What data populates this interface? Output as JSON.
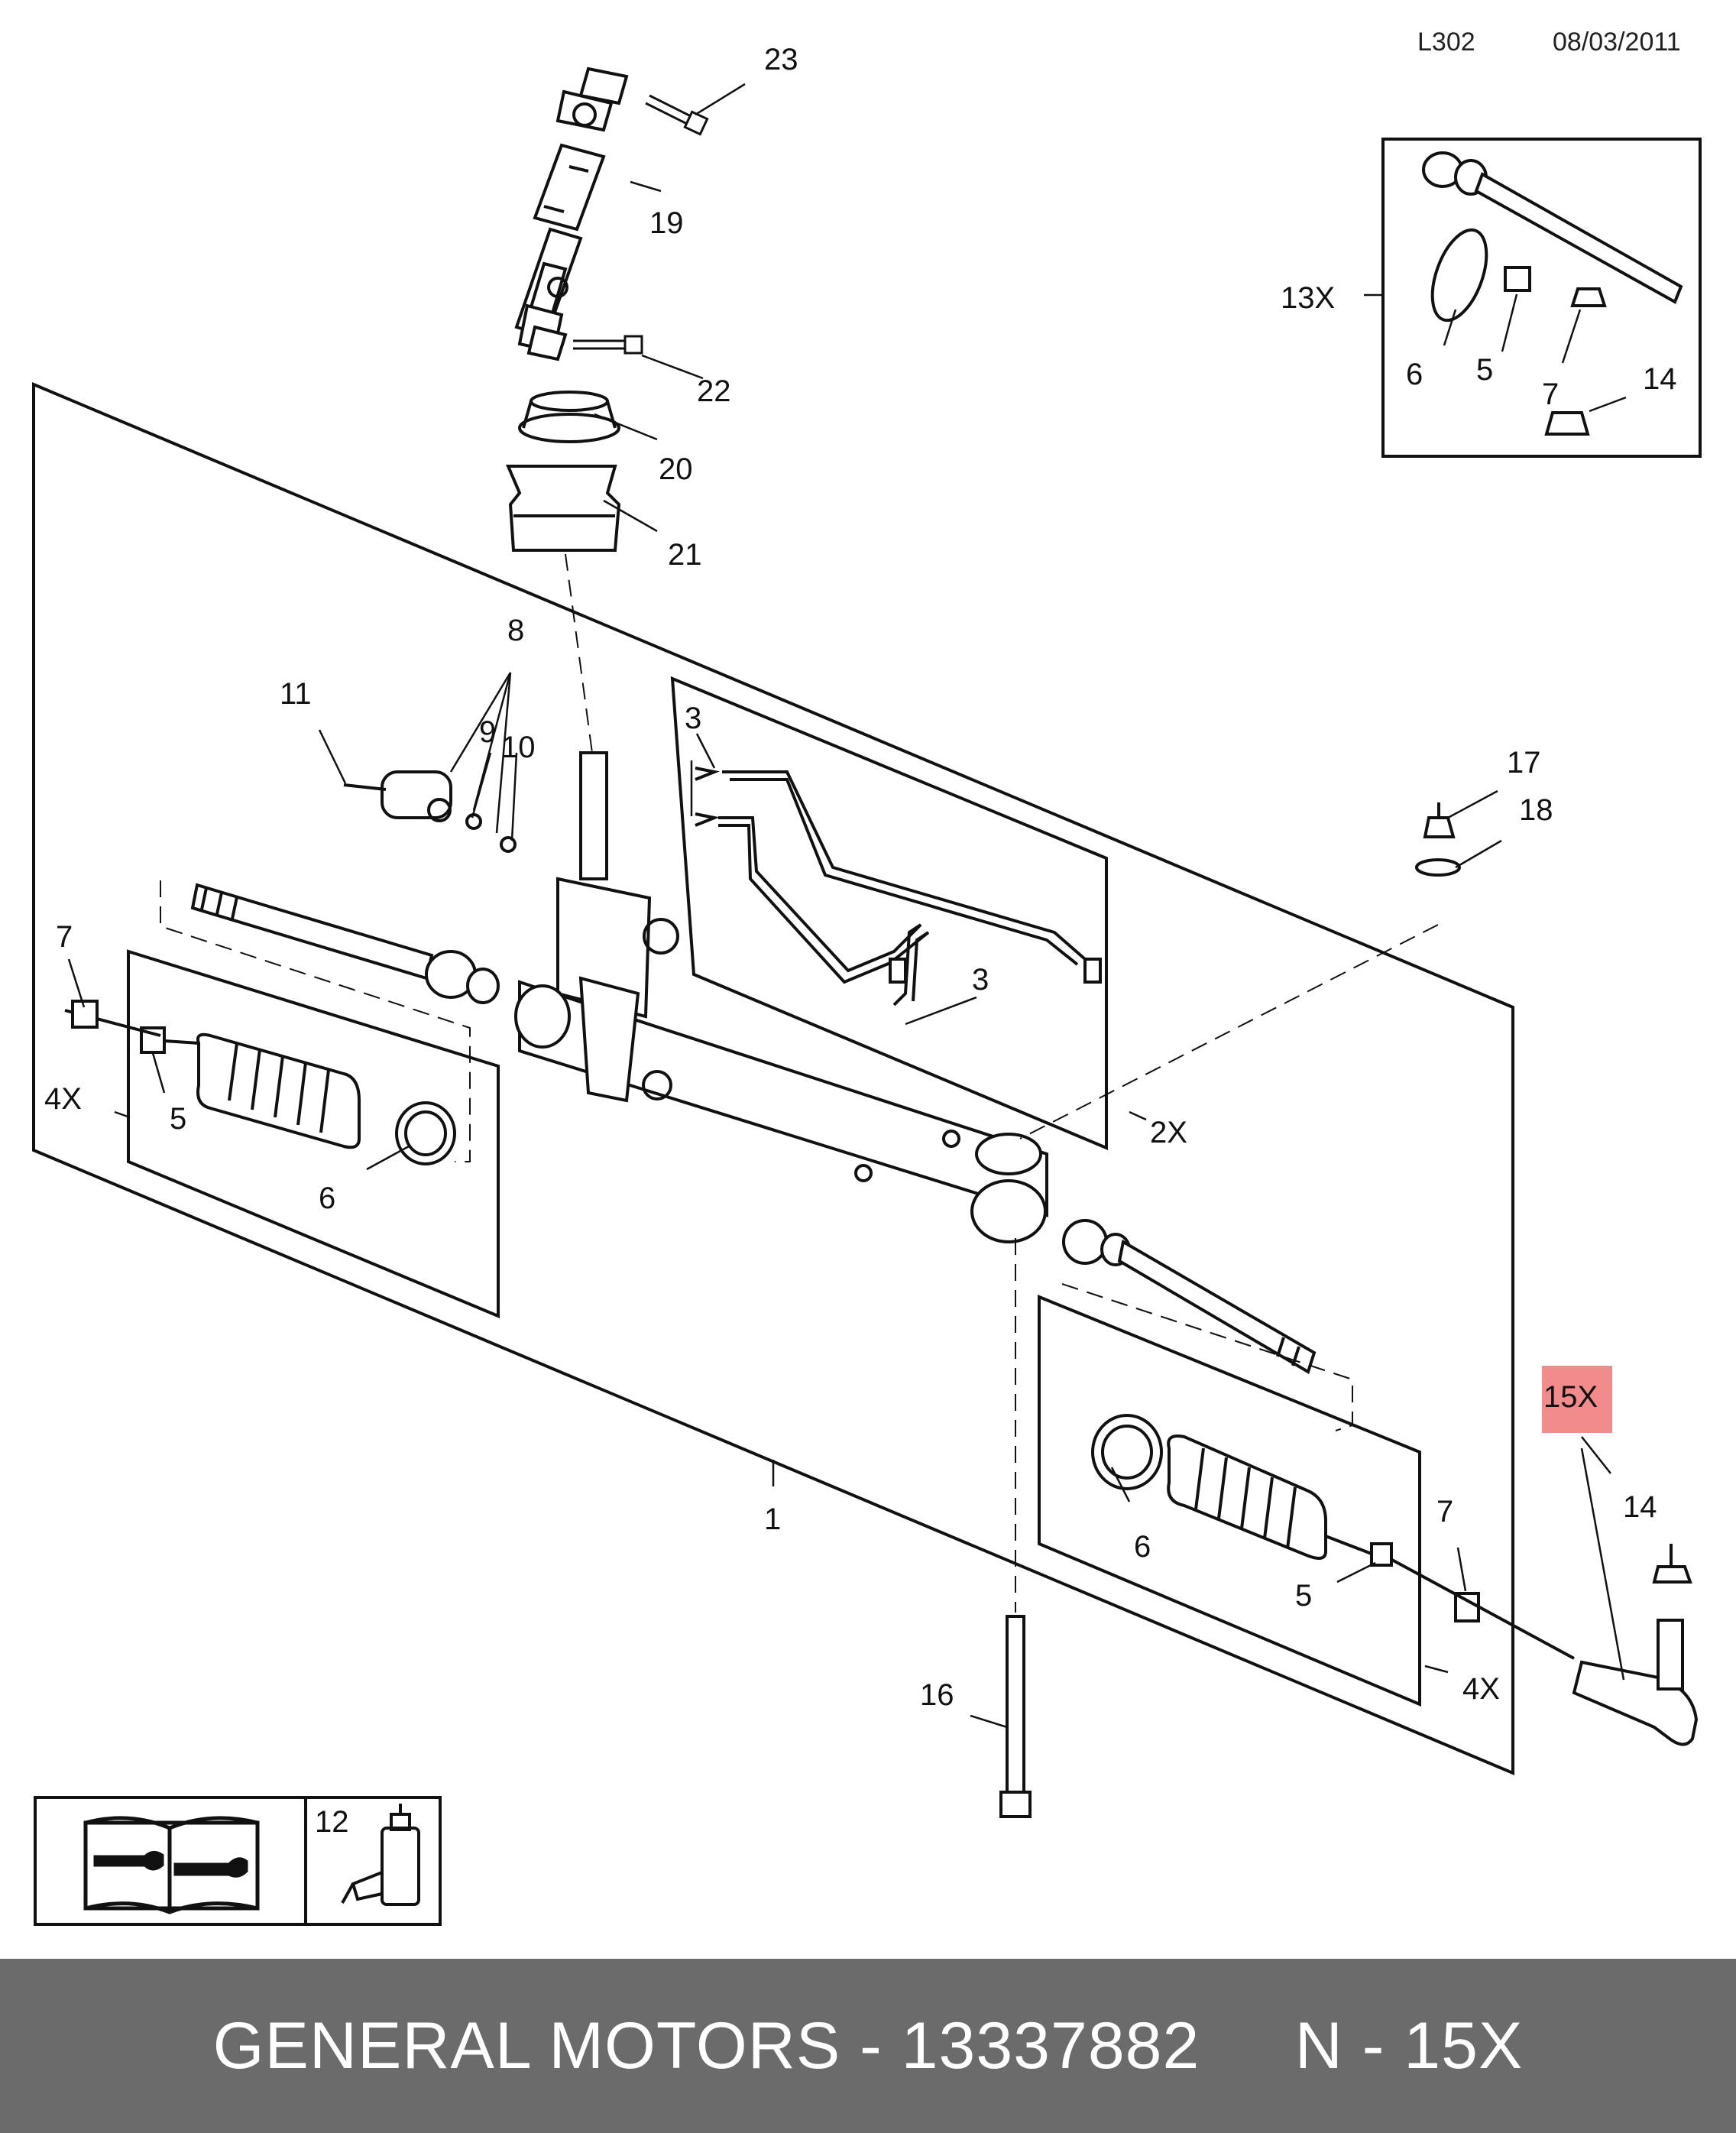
{
  "header": {
    "code": "L302",
    "date": "08/03/2011"
  },
  "labels": {
    "p1": "1",
    "p3a": "3",
    "p3b": "3",
    "p5a": "5",
    "p5b": "5",
    "p5c": "5",
    "p6a": "6",
    "p6b": "6",
    "p6c": "6",
    "p7a": "7",
    "p7b": "7",
    "p7c": "7",
    "p8": "8",
    "p9": "9",
    "p10": "10",
    "p11": "11",
    "p12": "12",
    "p14a": "14",
    "p14b": "14",
    "p16": "16",
    "p17": "17",
    "p18": "18",
    "p19": "19",
    "p20": "20",
    "p21": "21",
    "p22": "22",
    "p23": "23",
    "q13x": "13X",
    "q15x": "15X",
    "q4xa": "4X",
    "q4xb": "4X",
    "q2x": "2X"
  },
  "highlight_color": "#f28b8b",
  "footer": {
    "text": "GENERAL MOTORS - 13337882     N - 15X"
  }
}
